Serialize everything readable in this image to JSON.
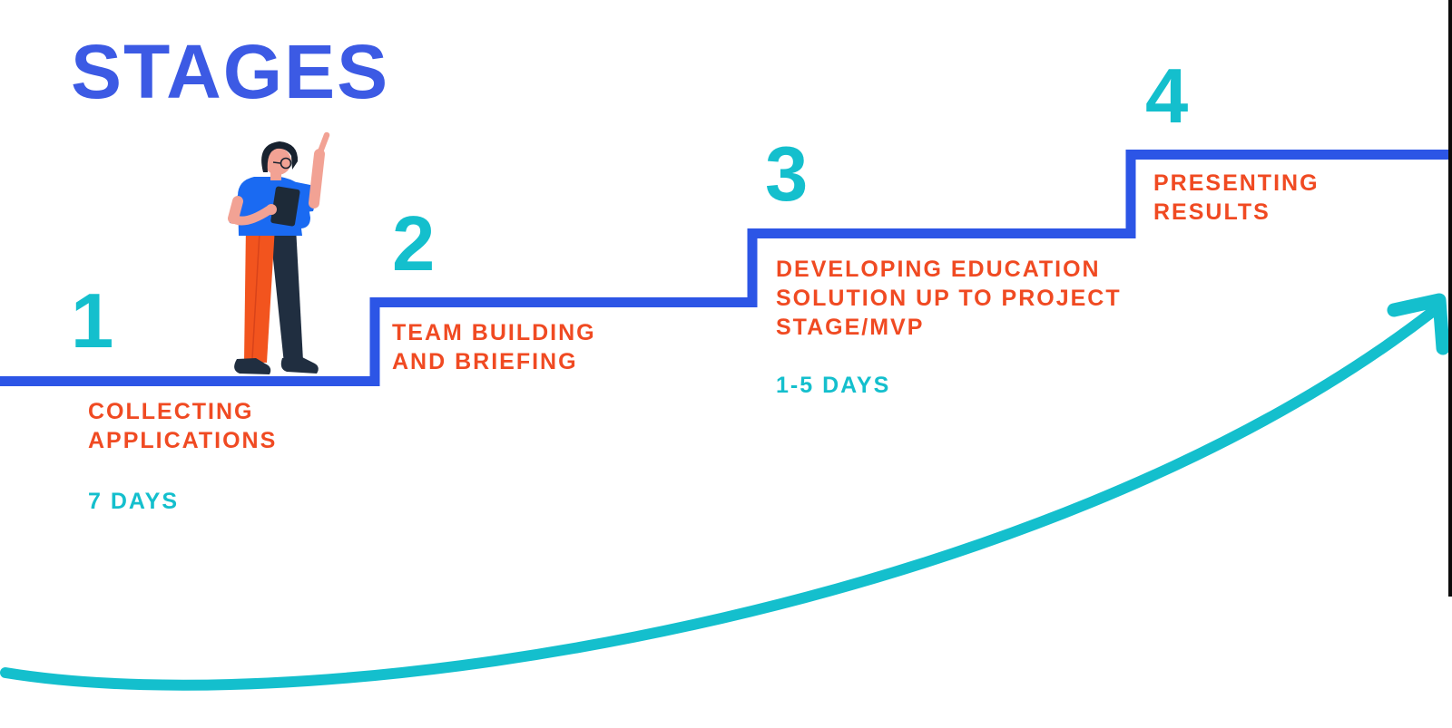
{
  "title": "STAGES",
  "colors": {
    "title_blue": "#3c5ae4",
    "step_blue": "#2c55e6",
    "teal": "#14bfcd",
    "orange": "#f04a22",
    "edge_black": "#0b0b0b",
    "shirt_blue": "#1a6af2",
    "skin": "#f2a294",
    "dark_navy": "#202e40",
    "pants_orange": "#f2541e",
    "hair_dark": "#18222f",
    "tablet_dark": "#1d2a38"
  },
  "stages": [
    {
      "number": "1",
      "label": "COLLECTING\nAPPLICATIONS",
      "duration": "7 DAYS"
    },
    {
      "number": "2",
      "label": "TEAM BUILDING\nAND BRIEFING"
    },
    {
      "number": "3",
      "label": "DEVELOPING EDUCATION\nSOLUTION UP TO PROJECT\nSTAGE/MVP",
      "duration": "1-5 DAYS"
    },
    {
      "number": "4",
      "label": "PRESENTING\nRESULTS"
    }
  ],
  "icons": {
    "person": "man-pointing-up-holding-tablet",
    "arrow": "growth-curve-arrow"
  }
}
